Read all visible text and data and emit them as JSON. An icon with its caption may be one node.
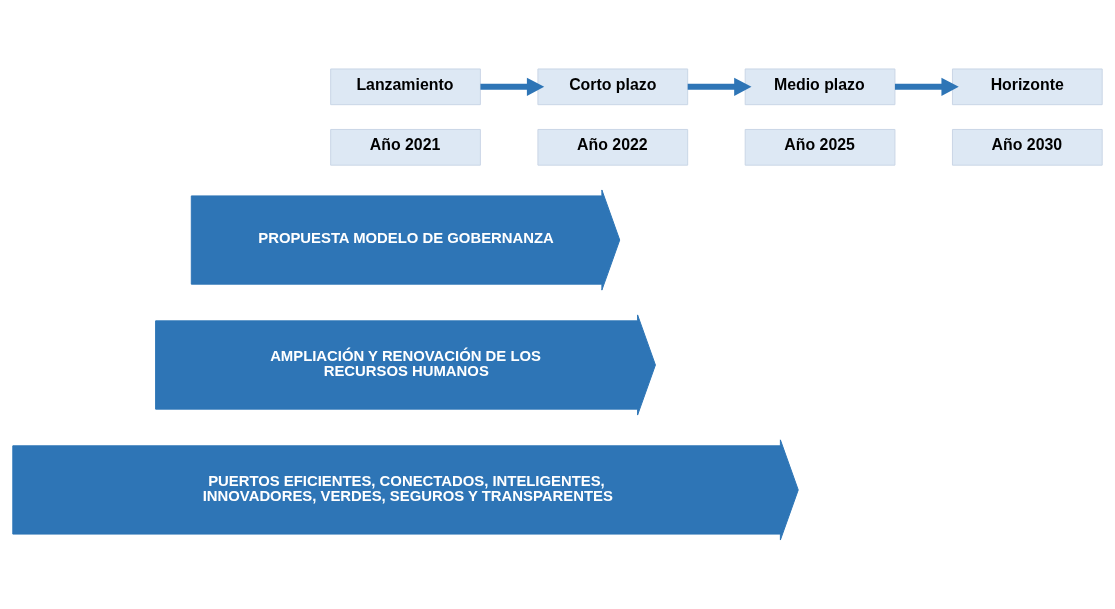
{
  "diagram": {
    "nodes": [
      {
        "text": [
          "Lanzamiento"
        ]
      },
      {
        "text": [
          "Año 2021"
        ]
      },
      {
        "text": [
          "Corto plazo"
        ]
      },
      {
        "text": [
          "Año 2022"
        ]
      },
      {
        "text": [
          "Medio plazo"
        ]
      },
      {
        "text": [
          "Año 2025"
        ]
      },
      {
        "text": [
          "Horizonte"
        ]
      },
      {
        "text": [
          "Año 2030"
        ]
      },
      {
        "text": [
          "PROPUESTA MODELO DE GOBERNANZA"
        ]
      },
      {
        "text": [
          "AMPLIACIÓN Y RENOVACIÓN DE LOS RECURSOS HUMANOS"
        ]
      },
      {
        "text": [
          "PUERTOS EFICIENTES, CONECTADOS, INTELIGENTES, INNOVADORES, VERDES, SEGUROS Y TRANSPARENTES"
        ]
      }
    ],
    "edges": [
      {
        "from": 0,
        "to": 2,
        "arrow": "to"
      },
      {
        "from": 2,
        "to": 4,
        "arrow": "to"
      },
      {
        "from": 4,
        "to": 6,
        "arrow": "to"
      }
    ]
  }
}
